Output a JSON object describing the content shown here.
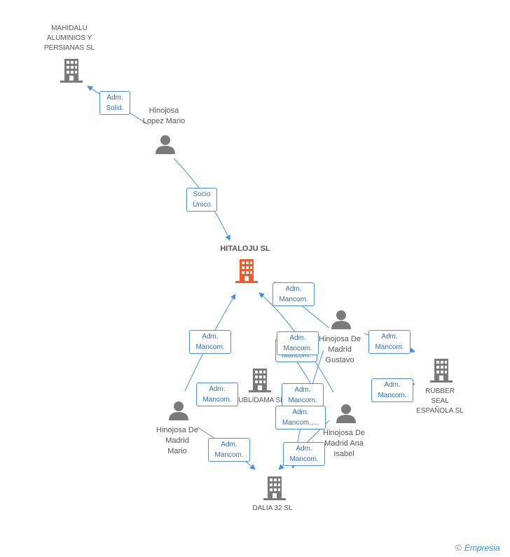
{
  "nodes": {
    "mahidalu": "MAHIDALU\nALUMINIOS Y\nPERSIANAS SL",
    "lopez_mario": "Hinojosa\nLopez Mario",
    "hitaloju": "HITALOJU SL",
    "gustavo": "Hinojosa De\nMadrid\nGustavo",
    "rubber": "RUBBER\nSEAL\nESPAÑOLA SL",
    "publidama": "UBLIDAMA SL",
    "ana_isabel": "Hinojosa De\nMadrid Ana\nIsabel",
    "madrid_mario": "Hinojosa De\nMadrid\nMario",
    "dalia": "DALIA 32 SL"
  },
  "edge_labels": {
    "adm_solid": "Adm.\nSolid.",
    "socio_unico": "Socio\nÚnico",
    "adm_mancom_1": "Adm.\nMancom.",
    "adm_mancom_2": "Adm.\nMancom.",
    "adm_mancom_3": "Adm.\nMancom.",
    "adm_mancom_4": "Adm.\nMancom.",
    "adm_mancom_5": "Adm.\nMancom.",
    "adm_mancom_6": "Adm.\nMancom.",
    "adm_mancom_7": "Adm.\nMancom.",
    "adm_mancom_8": "Adm.\nMancom.",
    "adm_mancom_9": "Adm.\nMancom.",
    "adm_mancom_multi": "Adm.\nMancom.,...",
    "adm_mancom_10": "Adm.\nMancom."
  },
  "colors": {
    "company": "#7a7a7a",
    "main_company": "#f15a2b",
    "person": "#7a7a7a",
    "edge": "#4a90e2"
  },
  "brand": {
    "copyright": "©",
    "name": "Empresia"
  }
}
